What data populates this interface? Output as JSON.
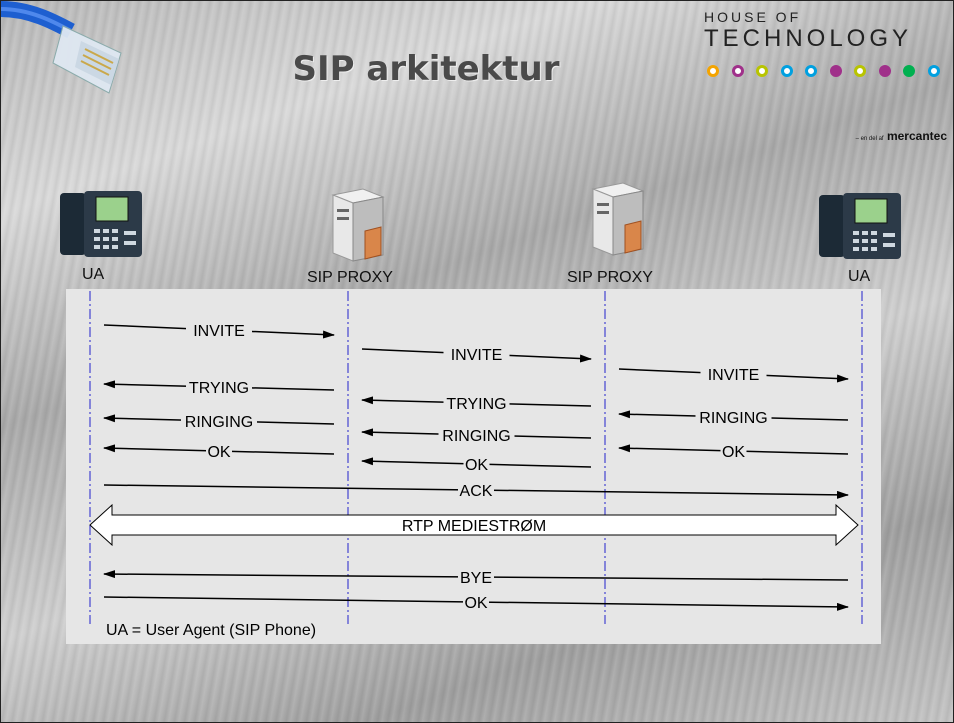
{
  "slide": {
    "title": "SIP arkitektur",
    "brand": {
      "top": "HOUSE OF",
      "main": "TECHNOLOGY",
      "sub_small": "– en del af",
      "sub_main": "mercantec"
    },
    "dots": [
      {
        "color": "#f4a400",
        "filled": false
      },
      {
        "color": "#a0308a",
        "filled": false
      },
      {
        "color": "#b8c400",
        "filled": false
      },
      {
        "color": "#00a0e0",
        "filled": false
      },
      {
        "color": "#00a0e0",
        "filled": false
      },
      {
        "color": "#a0308a",
        "filled": true
      },
      {
        "color": "#b8c400",
        "filled": false
      },
      {
        "color": "#a0308a",
        "filled": true
      },
      {
        "color": "#00b050",
        "filled": true
      },
      {
        "color": "#00a0e0",
        "filled": false
      }
    ]
  },
  "diagram": {
    "nodes": [
      "UA",
      "SIP PROXY",
      "SIP PROXY",
      "UA"
    ],
    "messages": [
      {
        "label": "INVITE",
        "from": 0,
        "to": 1
      },
      {
        "label": "INVITE",
        "from": 1,
        "to": 2
      },
      {
        "label": "INVITE",
        "from": 2,
        "to": 3
      },
      {
        "label": "TRYING",
        "from": 1,
        "to": 0
      },
      {
        "label": "TRYING",
        "from": 2,
        "to": 1
      },
      {
        "label": "RINGING",
        "from": 3,
        "to": 2
      },
      {
        "label": "RINGING",
        "from": 1,
        "to": 0
      },
      {
        "label": "RINGING",
        "from": 2,
        "to": 1
      },
      {
        "label": "OK",
        "from": 3,
        "to": 2
      },
      {
        "label": "OK",
        "from": 1,
        "to": 0
      },
      {
        "label": "OK",
        "from": 2,
        "to": 1
      },
      {
        "label": "ACK",
        "from": 0,
        "to": 3
      },
      {
        "label": "BYE",
        "from": 3,
        "to": 0
      },
      {
        "label": "OK",
        "from": 0,
        "to": 3
      }
    ],
    "media": "RTP MEDIESTRØM",
    "footnote": "UA = User Agent (SIP Phone)"
  }
}
